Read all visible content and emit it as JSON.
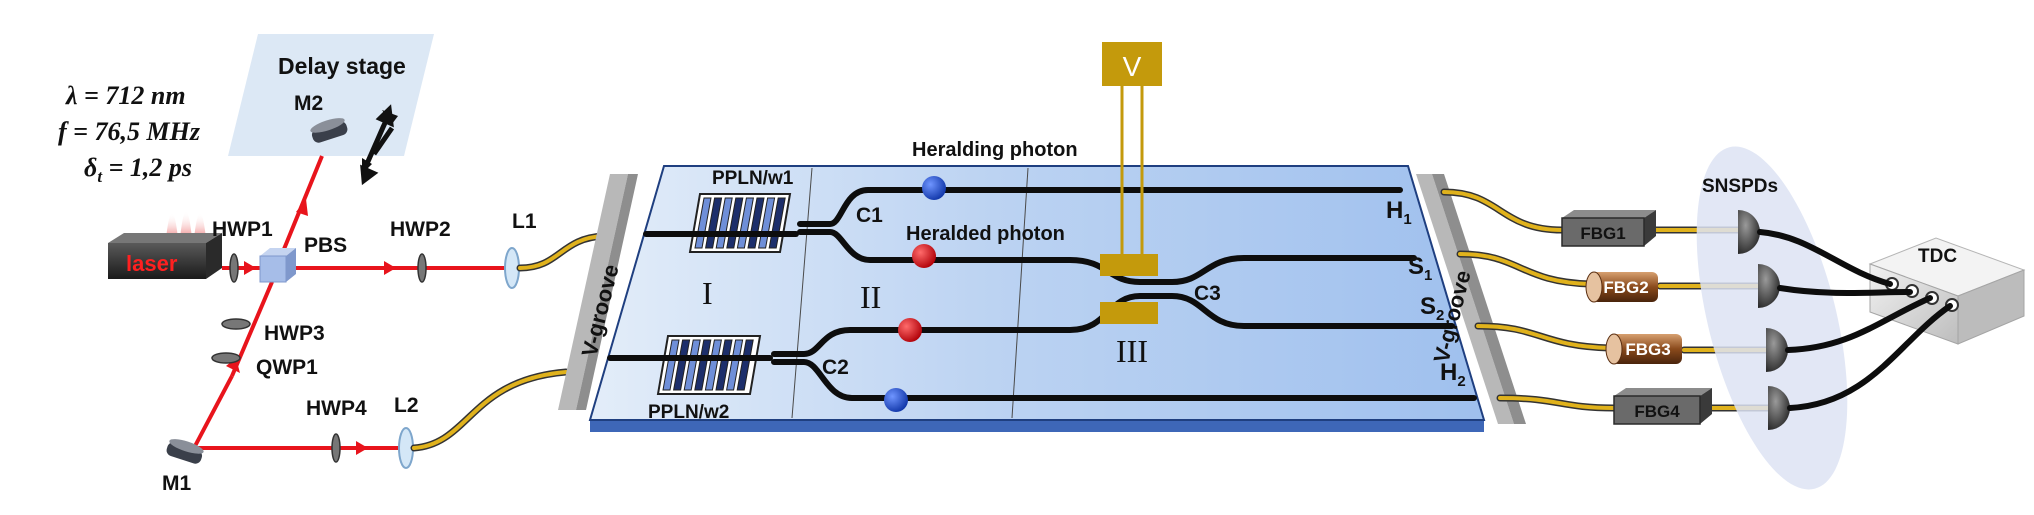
{
  "source_params": {
    "wavelength": "λ = 712 nm",
    "rep_rate": "f = 76,5 MHz",
    "pulse_width": "δ",
    "pulse_width_sub": "t",
    "pulse_width_value": " = 1,2 ps"
  },
  "labels": {
    "delay_stage": "Delay stage",
    "laser": "laser",
    "m1": "M1",
    "m2": "M2",
    "hwp1": "HWP1",
    "hwp2": "HWP2",
    "hwp3": "HWP3",
    "hwp4": "HWP4",
    "qwp1": "QWP1",
    "pbs": "PBS",
    "l1": "L1",
    "l2": "L2",
    "v_groove": "V-groove",
    "ppln_w1": "PPLN/w1",
    "ppln_w2": "PPLN/w2",
    "c1": "C1",
    "c2": "C2",
    "c3": "C3",
    "region_1": "I",
    "region_2": "II",
    "region_3": "III",
    "heralding_photon": "Heralding photon",
    "heralded_photon": "Heralded photon",
    "voltage": "V",
    "h": "H",
    "s": "S",
    "sub_1": "1",
    "sub_2": "2",
    "fbg1": "FBG1",
    "fbg2": "FBG2",
    "fbg3": "FBG3",
    "fbg4": "FBG4",
    "snspds": "SNSPDs",
    "tdc": "TDC"
  },
  "colors": {
    "beam": "#e8141c",
    "fiber": "#e0b21c",
    "waveguide": "#0d0d0d",
    "chip_top": "#cfe0f7",
    "electrode": "#c49a0c",
    "heralding_photon": "#1f55d6",
    "heralded_photon": "#e0141c"
  }
}
